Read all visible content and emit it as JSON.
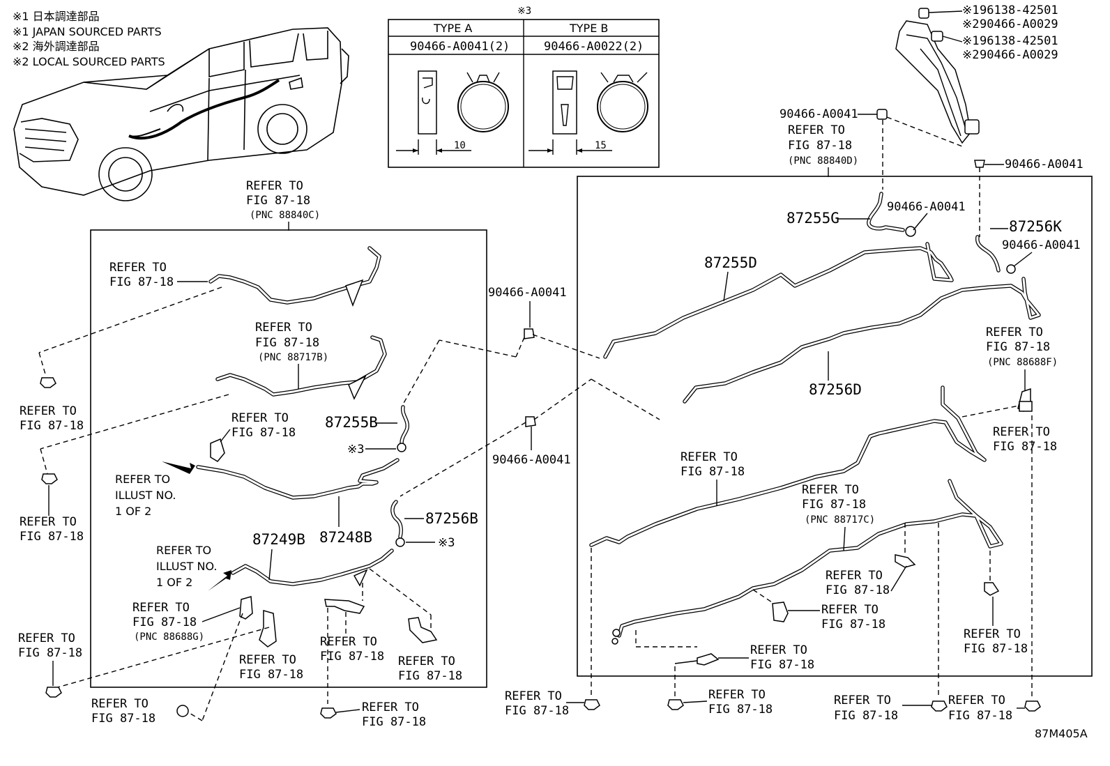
{
  "legend": {
    "line1": "※1 日本調達部品",
    "line2": "※1 JAPAN SOURCED PARTS",
    "line3": "※2 海外調達部品",
    "line4": "※2 LOCAL SOURCED PARTS"
  },
  "clamp_table": {
    "marker": "※3",
    "col_a_title": "TYPE A",
    "col_b_title": "TYPE B",
    "col_a_part": "90466-A0041(2)",
    "col_b_part": "90466-A0022(2)",
    "dim_a": "10",
    "dim_b": "15"
  },
  "refer": {
    "refer_to": "REFER TO",
    "fig": "FIG 87-18",
    "pnc_88840c": "(PNC 88840C)",
    "pnc_88840d": "(PNC 88840D)",
    "pnc_88717b": "(PNC 88717B)",
    "pnc_88717c": "(PNC 88717C)",
    "pnc_88688f": "(PNC 88688F)",
    "pnc_88688g": "(PNC 88688G)",
    "illust": "ILLUST NO.",
    "illust_page": "1 OF 2"
  },
  "parts": {
    "p87255D": "87255D",
    "p87255G": "87255G",
    "p87256K": "87256K",
    "p87256D": "87256D",
    "p87255B": "87255B",
    "p87256B": "87256B",
    "p87249B": "87249B",
    "p87248B": "87248B",
    "c90466A0041": "90466-A0041",
    "c90466A0029": "90466-A0029",
    "c96138": "96138-42501",
    "j1": "※1",
    "j2": "※2",
    "m3": "※3"
  },
  "footer": {
    "code": "87M405A"
  }
}
